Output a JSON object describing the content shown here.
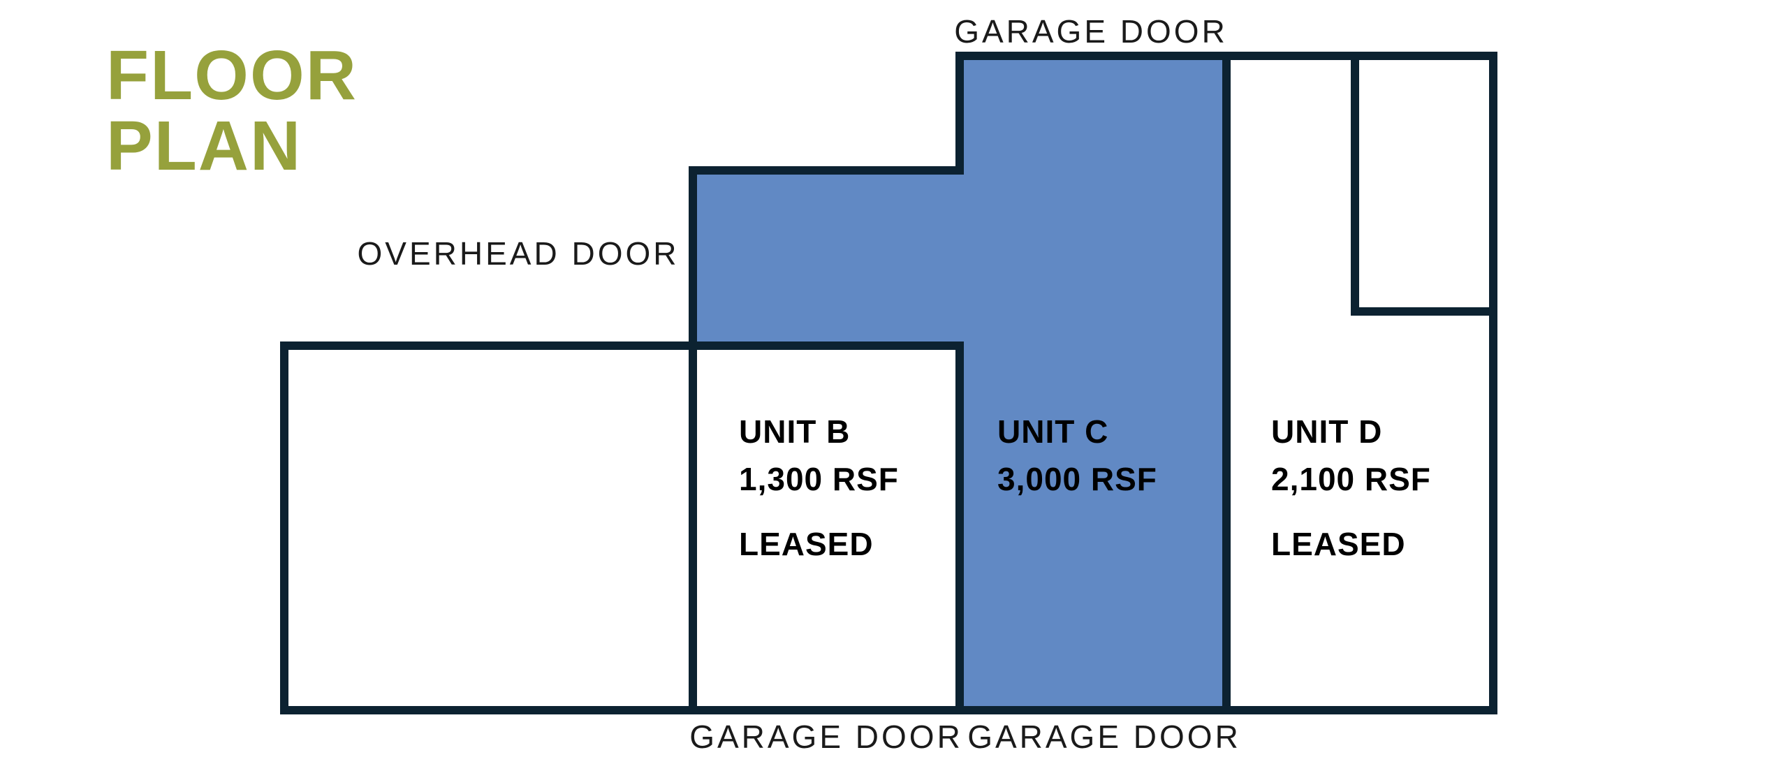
{
  "title": {
    "line1": "FLOOR",
    "line2": "PLAN"
  },
  "door_labels": {
    "top_garage": "GARAGE DOOR",
    "overhead": "OVERHEAD DOOR",
    "bottom_garage_left": "GARAGE DOOR",
    "bottom_garage_right": "GARAGE DOOR"
  },
  "units": [
    {
      "id": "unit-b",
      "name": "UNIT B",
      "size": "1,300 RSF",
      "status": "LEASED",
      "highlighted": false
    },
    {
      "id": "unit-c",
      "name": "UNIT C",
      "size": "3,000 RSF",
      "status": "",
      "highlighted": true
    },
    {
      "id": "unit-d",
      "name": "UNIT D",
      "size": "2,100 RSF",
      "status": "LEASED",
      "highlighted": false
    }
  ],
  "colors": {
    "highlight": "#6189C4",
    "wall": "#0C2231",
    "title-color": "#96A13C",
    "door-text": "#1A1A1A",
    "unit-text": "#000000"
  }
}
